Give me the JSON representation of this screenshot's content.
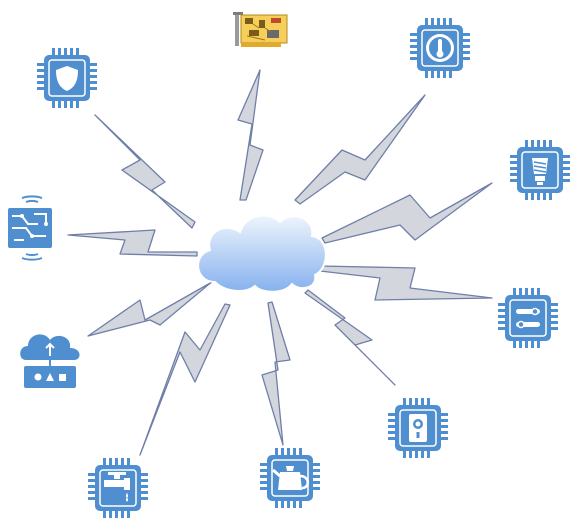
{
  "diagram": {
    "hub": {
      "icon": "cloud-icon"
    },
    "nodes": [
      {
        "id": "circuit-card",
        "icon": "circuit-board-card-icon"
      },
      {
        "id": "security-chip",
        "icon": "shield-chip-icon"
      },
      {
        "id": "thermometer-chip",
        "icon": "thermometer-chip-icon"
      },
      {
        "id": "bulb-chip",
        "icon": "light-bulb-chip-icon"
      },
      {
        "id": "wireless-board",
        "icon": "wireless-circuit-icon"
      },
      {
        "id": "controller-chip",
        "icon": "slider-controller-chip-icon"
      },
      {
        "id": "cloud-gateway",
        "icon": "cloud-upload-gateway-icon"
      },
      {
        "id": "lock-chip",
        "icon": "keyhole-lock-chip-icon"
      },
      {
        "id": "faucet-chip",
        "icon": "faucet-chip-icon"
      },
      {
        "id": "kettle-chip",
        "icon": "kettle-chip-icon"
      }
    ],
    "colors": {
      "icon_blue": "#4f8fd0",
      "icon_dark": "#3a74b3",
      "bolt_fill": "#d3d6dc",
      "bolt_stroke": "#6f7fa8",
      "cloud_top": "#e8f1fc",
      "cloud_bottom": "#8ab5ef",
      "card_fill": "#f6cf5a"
    }
  }
}
